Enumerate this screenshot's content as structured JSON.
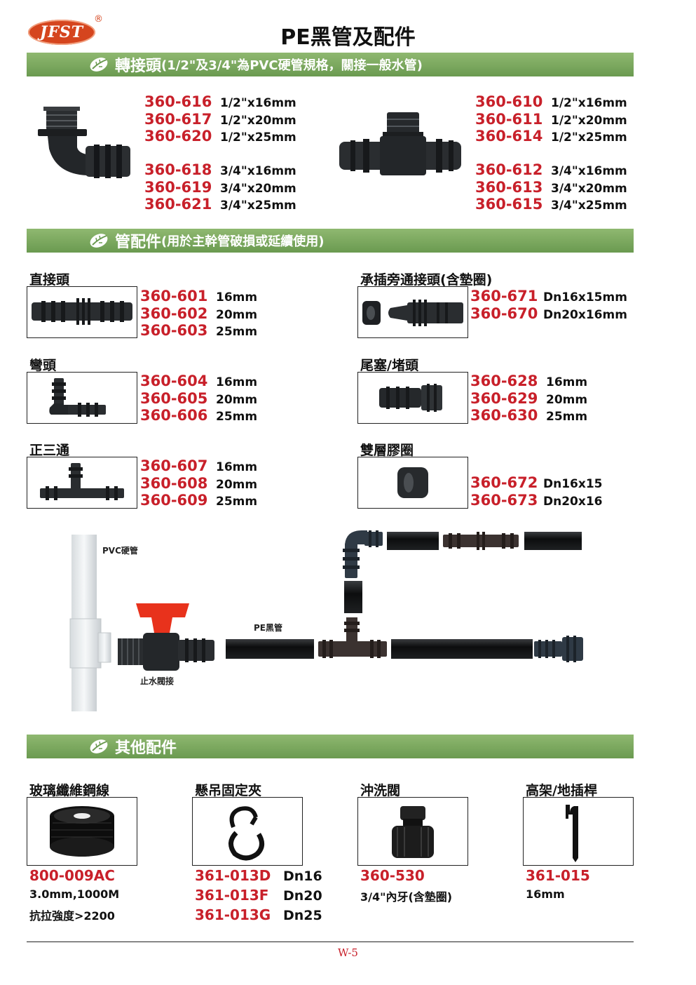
{
  "header": {
    "logo": "JFST",
    "registered": "®",
    "title": "PE黑管及配件"
  },
  "sections": {
    "adapters": {
      "title": "轉接頭",
      "subtitle": "(1/2\"及3/4\"為PVC硬管規格，關接一般水管)"
    },
    "pipe_fittings": {
      "title": "管配件",
      "subtitle": "(用於主幹管破損或延續使用)"
    },
    "others": {
      "title": "其他配件"
    }
  },
  "adapters": {
    "left": [
      {
        "code": "360-616",
        "spec": "1/2\"x16mm"
      },
      {
        "code": "360-617",
        "spec": "1/2\"x20mm"
      },
      {
        "code": "360-620",
        "spec": "1/2\"x25mm"
      },
      {
        "code": "360-618",
        "spec": "3/4\"x16mm"
      },
      {
        "code": "360-619",
        "spec": "3/4\"x20mm"
      },
      {
        "code": "360-621",
        "spec": "3/4\"x25mm"
      }
    ],
    "right": [
      {
        "code": "360-610",
        "spec": "1/2\"x16mm"
      },
      {
        "code": "360-611",
        "spec": "1/2\"x20mm"
      },
      {
        "code": "360-614",
        "spec": "1/2\"x25mm"
      },
      {
        "code": "360-612",
        "spec": "3/4\"x16mm"
      },
      {
        "code": "360-613",
        "spec": "3/4\"x20mm"
      },
      {
        "code": "360-615",
        "spec": "3/4\"x25mm"
      }
    ]
  },
  "fittings": {
    "straight": {
      "label": "直接頭",
      "rows": [
        {
          "code": "360-601",
          "spec": "16mm"
        },
        {
          "code": "360-602",
          "spec": "20mm"
        },
        {
          "code": "360-603",
          "spec": "25mm"
        }
      ]
    },
    "elbow": {
      "label": "彎頭",
      "rows": [
        {
          "code": "360-604",
          "spec": "16mm"
        },
        {
          "code": "360-605",
          "spec": "20mm"
        },
        {
          "code": "360-606",
          "spec": "25mm"
        }
      ]
    },
    "tee": {
      "label": "正三通",
      "rows": [
        {
          "code": "360-607",
          "spec": "16mm"
        },
        {
          "code": "360-608",
          "spec": "20mm"
        },
        {
          "code": "360-609",
          "spec": "25mm"
        }
      ]
    },
    "bypass": {
      "label": "承插旁通接頭(含墊圈)",
      "rows": [
        {
          "code": "360-671",
          "spec": "Dn16x15mm"
        },
        {
          "code": "360-670",
          "spec": "Dn20x16mm"
        }
      ]
    },
    "endplug": {
      "label": "尾塞/堵頭",
      "rows": [
        {
          "code": "360-628",
          "spec": "16mm"
        },
        {
          "code": "360-629",
          "spec": "20mm"
        },
        {
          "code": "360-630",
          "spec": "25mm"
        }
      ]
    },
    "grommet": {
      "label": "雙層膠圈",
      "rows": [
        {
          "code": "360-672",
          "spec": "Dn16x15"
        },
        {
          "code": "360-673",
          "spec": "Dn20x16"
        }
      ]
    }
  },
  "diagram": {
    "pvc_label": "PVC硬管",
    "pe_label": "PE黑管",
    "valve_label": "止水閥接"
  },
  "others": [
    {
      "label": "玻璃纖維鋼線",
      "codes": [
        "800-009AC"
      ],
      "specs": [
        "3.0mm,1000M",
        "抗拉強度>2200"
      ]
    },
    {
      "label": "懸吊固定夾",
      "codes": [
        "361-013D",
        "361-013F",
        "361-013G"
      ],
      "specs": [
        "Dn16",
        "Dn20",
        "Dn25"
      ]
    },
    {
      "label": "沖洗閥",
      "codes": [
        "360-530"
      ],
      "specs": [
        "3/4\"內牙(含墊圈)"
      ]
    },
    {
      "label": "高架/地插桿",
      "codes": [
        "361-015"
      ],
      "specs": [
        "16mm"
      ]
    }
  ],
  "footer": {
    "page": "W-5"
  },
  "colors": {
    "band": "#6a9a50",
    "code_red": "#c8202a",
    "logo": "#d5451e",
    "valve_red": "#e8321c"
  }
}
